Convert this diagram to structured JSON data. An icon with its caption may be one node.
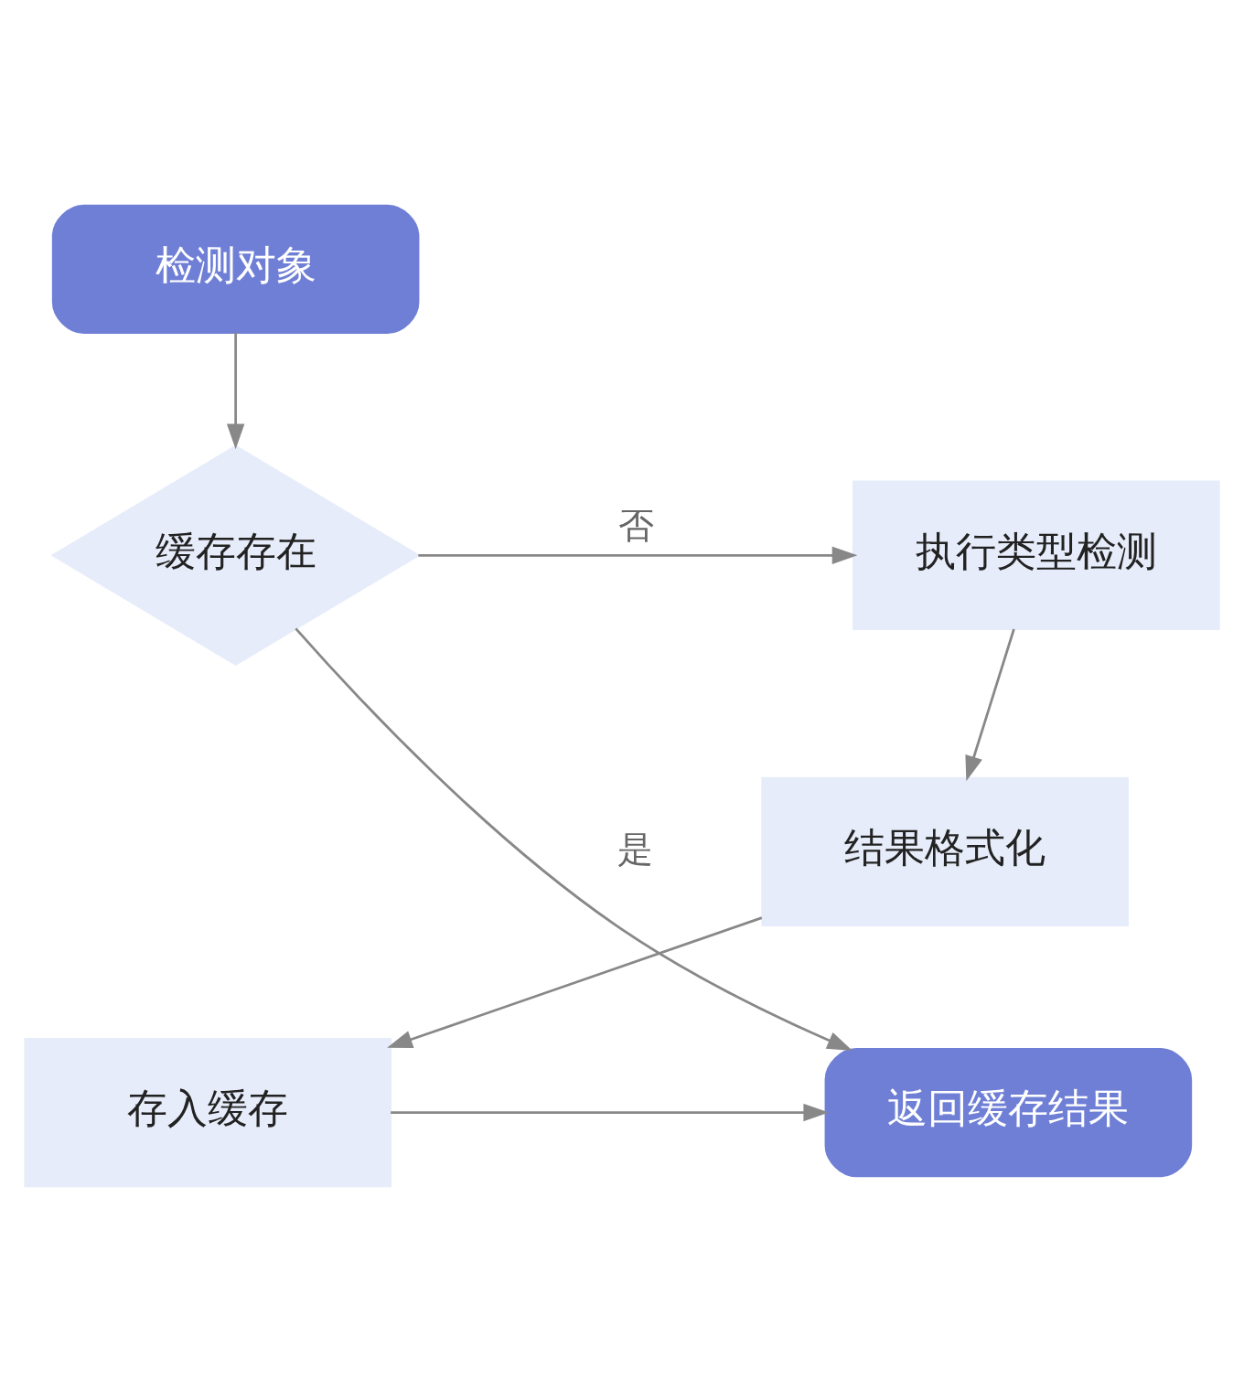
{
  "diagram": {
    "nodes": [
      {
        "text": [
          "检测对象"
        ]
      },
      {
        "text": [
          "缓存存在"
        ]
      },
      {
        "text": [
          "执行类型检测"
        ]
      },
      {
        "text": [
          "结果格式化"
        ]
      },
      {
        "text": [
          "存入缓存"
        ]
      },
      {
        "text": [
          "返回缓存结果"
        ]
      }
    ],
    "edges": [
      {
        "from": 0,
        "to": 1,
        "arrow": "to"
      },
      {
        "from": 1,
        "to": 2,
        "arrow": "to",
        "label": "否"
      },
      {
        "from": 1,
        "to": 5,
        "arrow": "to",
        "label": "是"
      },
      {
        "from": 2,
        "to": 3,
        "arrow": "to"
      },
      {
        "from": 3,
        "to": 4,
        "arrow": "to"
      },
      {
        "from": 4,
        "to": 5,
        "arrow": "to"
      }
    ]
  }
}
